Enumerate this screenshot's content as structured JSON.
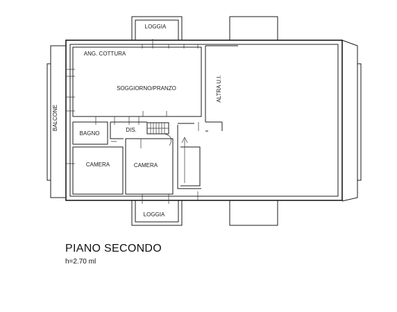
{
  "plan": {
    "title": "PIANO SECONDO",
    "height_note": "h=2.70 ml",
    "rooms": {
      "loggia_top": "LOGGIA",
      "ang_cottura": "ANG. COTTURA",
      "soggiorno": "SOGGIORNO/PRANZO",
      "balcone": "BALCONE",
      "altra_ui": "ALTRA U.I.",
      "bagno": "BAGNO",
      "dis": "DIS.",
      "camera_left": "CAMERA",
      "camera_right": "CAMERA",
      "loggia_bottom": "LOGGIA"
    }
  }
}
